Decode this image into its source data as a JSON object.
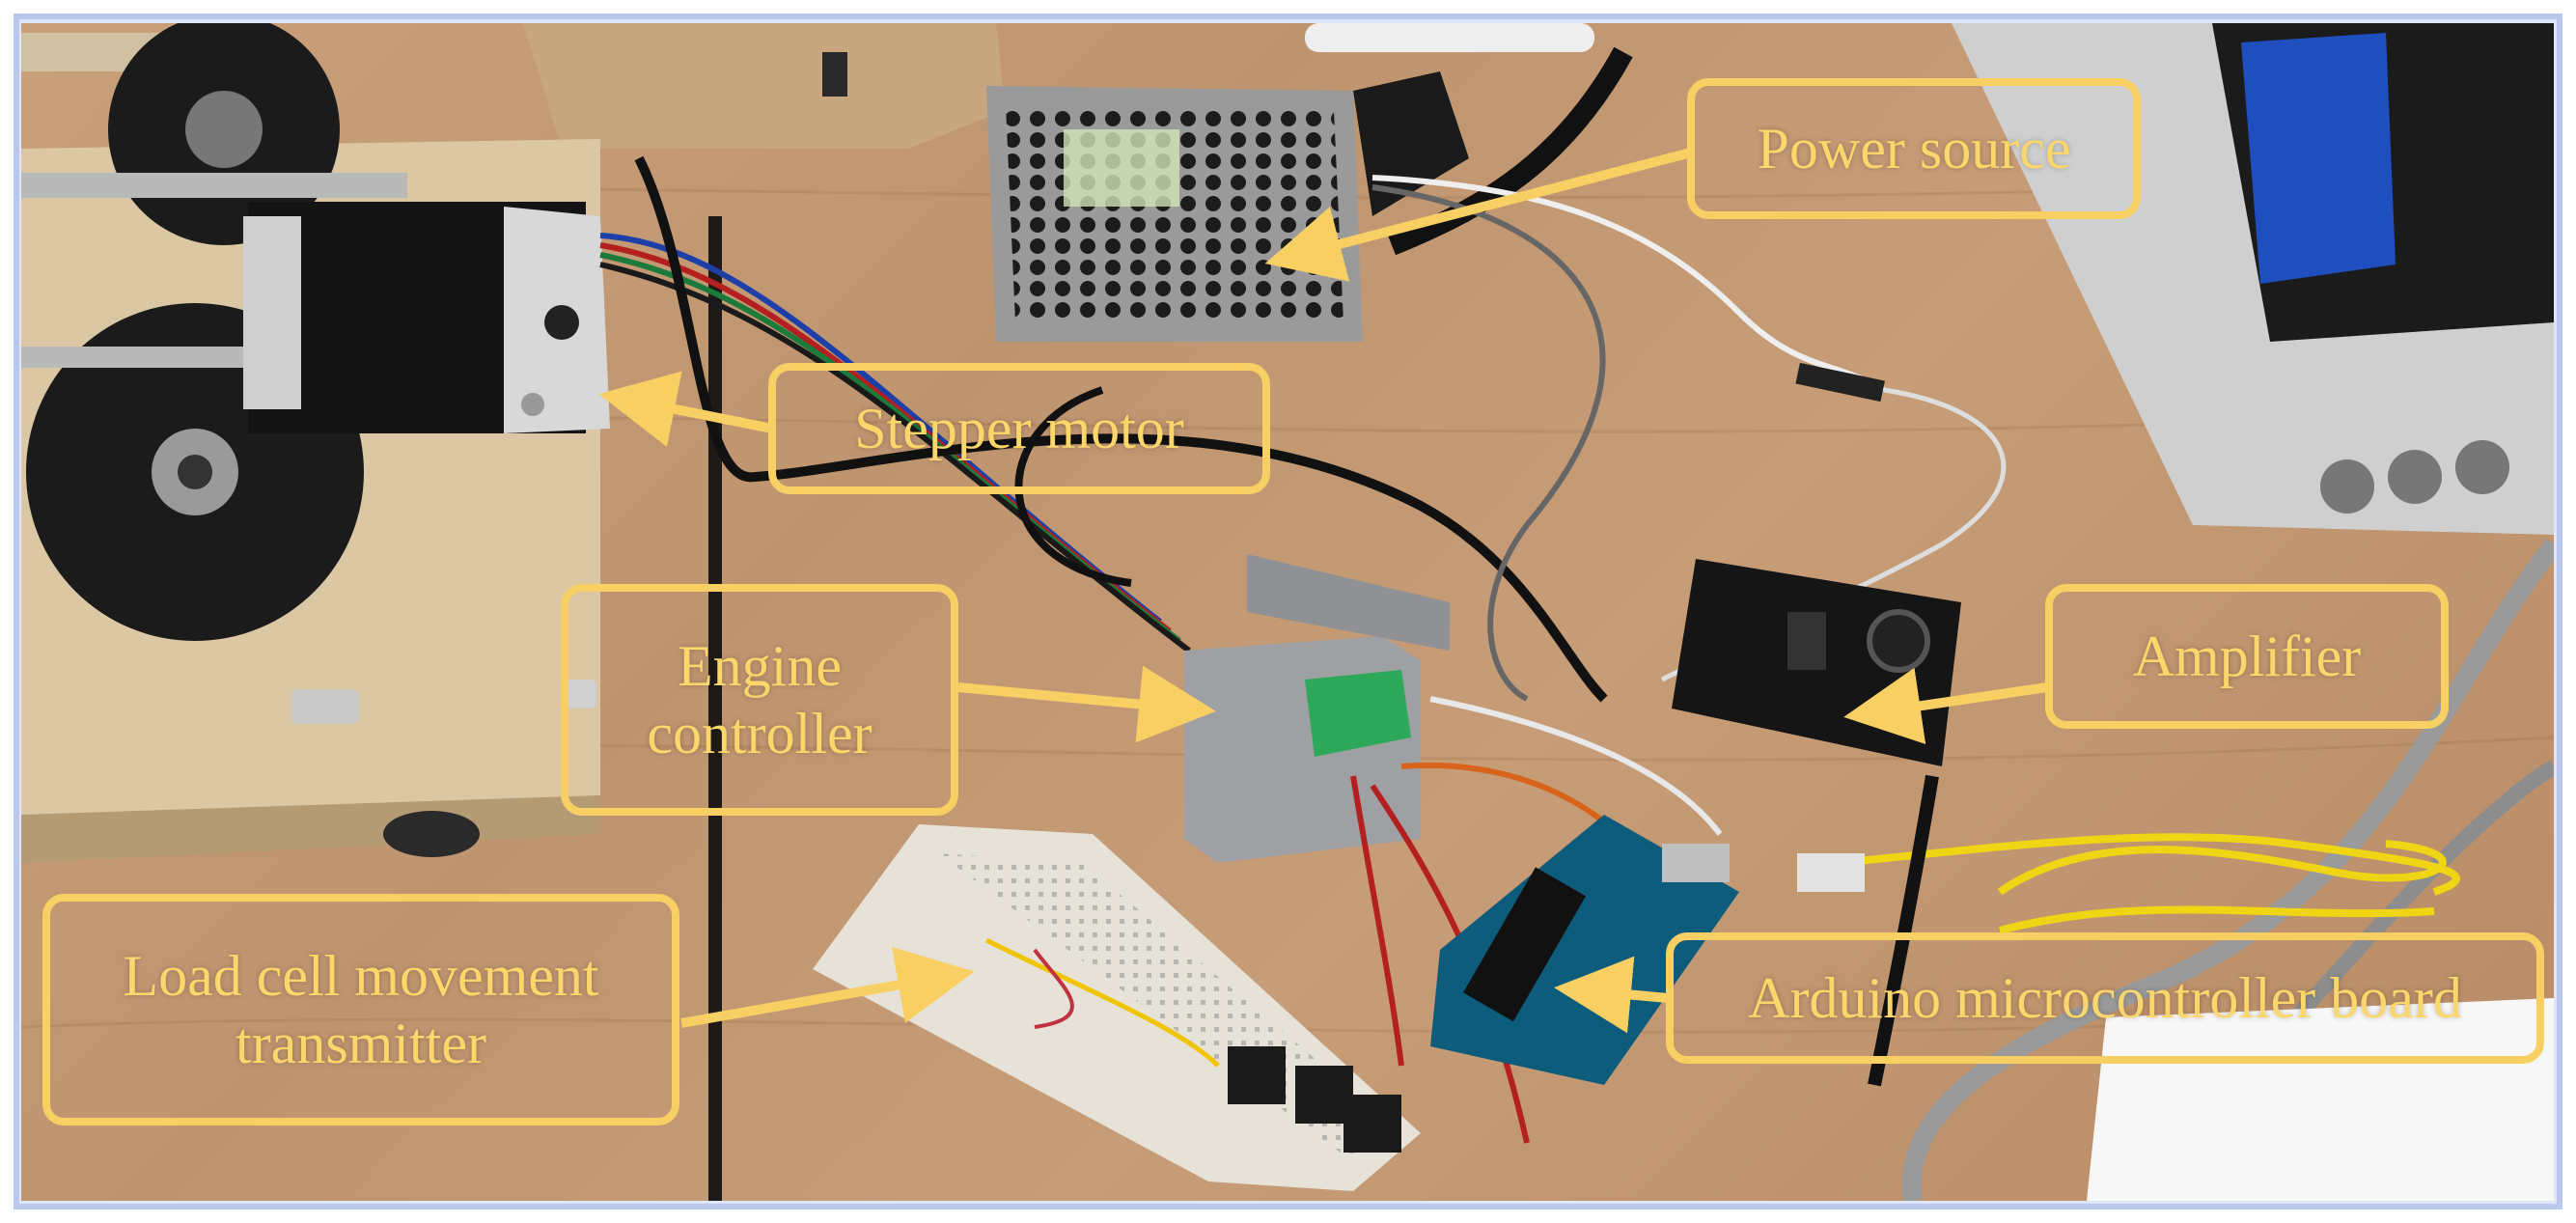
{
  "labels": {
    "power_source": "Power source",
    "stepper_motor": "Stepper motor",
    "engine_controller_line1": "Engine",
    "engine_controller_line2": "controller",
    "amplifier": "Amplifier",
    "load_cell_line1": "Load cell movement",
    "load_cell_line2": "transmitter",
    "arduino": "Arduino microcontroller board"
  },
  "colors": {
    "label_accent": "#f7cf63",
    "frame_border": "#b9c8ec",
    "table_wood": "#c49a74"
  }
}
